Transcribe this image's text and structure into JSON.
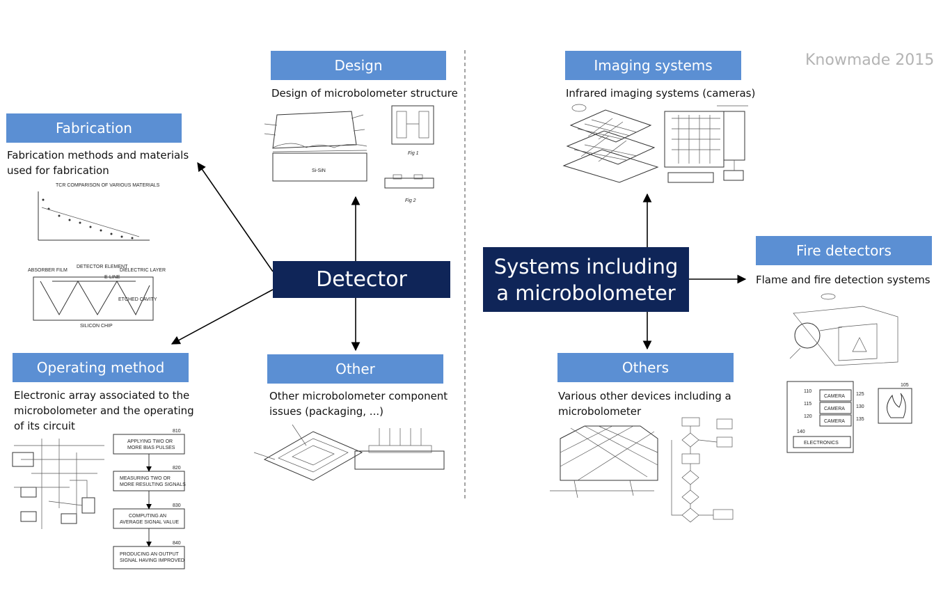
{
  "watermark": "Knowmade 2015",
  "hubs": {
    "detector": "Detector",
    "systems_line1": "Systems including",
    "systems_line2": "a microbolometer"
  },
  "categories": {
    "design": {
      "title": "Design",
      "desc": "Design of microbolometer structure"
    },
    "fabrication": {
      "title": "Fabrication",
      "desc_line1": "Fabrication methods and materials",
      "desc_line2": "used for fabrication"
    },
    "operating": {
      "title": "Operating method",
      "desc_line1": "Electronic array associated to the",
      "desc_line2": "microbolometer and the operating",
      "desc_line3": "of its circuit"
    },
    "other": {
      "title": "Other",
      "desc_line1": "Other microbolometer component",
      "desc_line2": "issues (packaging, ...)"
    },
    "imaging": {
      "title": "Imaging systems",
      "desc": "Infrared imaging systems (cameras)"
    },
    "fire": {
      "title": "Fire detectors",
      "desc": "Flame and fire detection systems"
    },
    "others": {
      "title": "Others",
      "desc_line1": "Various other devices including a",
      "desc_line2": "microbolometer"
    }
  },
  "operating_flowchart": [
    {
      "num": "810",
      "line1": "APPLYING TWO OR",
      "line2": "MORE BIAS PULSES"
    },
    {
      "num": "820",
      "line1": "MEASURING TWO OR",
      "line2": "MORE RESULTING SIGNALS"
    },
    {
      "num": "830",
      "line1": "COMPUTING AN",
      "line2": "AVERAGE SIGNAL VALUE"
    },
    {
      "num": "840",
      "line1": "PRODUCING AN OUTPUT",
      "line2": "SIGNAL HAVING IMPROVED"
    }
  ],
  "fire_block": {
    "camera_label": "CAMERA",
    "electronics_label": "ELECTRONICS",
    "camera_ids": [
      "110",
      "115",
      "120"
    ],
    "camera_refs": [
      "125",
      "130",
      "135"
    ],
    "electronics_id": "140",
    "flame_id": "105"
  },
  "fabrication_fig": {
    "chart_title": "TCR COMPARISON OF VARIOUS MATERIALS",
    "labels": [
      "ABSORBER FILM",
      "DETECTOR ELEMENT",
      "DIELECTRIC LAYER",
      "E-LINE",
      "ETCHED CAVITY",
      "SILICON CHIP"
    ]
  },
  "design_fig": {
    "fig1": "Fig 1",
    "fig2": "Fig 2",
    "substrate": "Si-SiN"
  },
  "colors": {
    "box_blue": "#5b8fd3",
    "hub_navy": "#0f2558",
    "watermark": "#b3b3b3"
  }
}
